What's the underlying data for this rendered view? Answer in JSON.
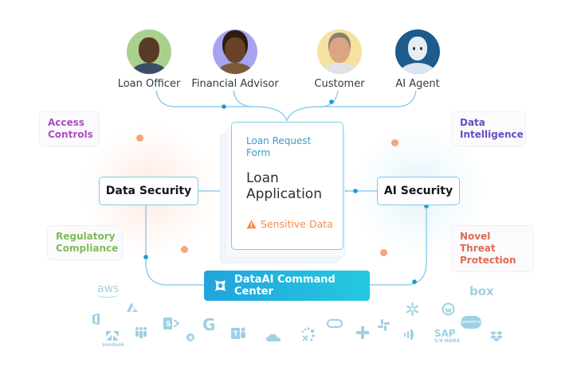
{
  "personas": [
    {
      "label": "Loan Officer",
      "avatar_bg": "#a9d18e",
      "icon": "loan-officer-avatar"
    },
    {
      "label": "Financial Advisor",
      "avatar_bg": "#a7a3f2",
      "icon": "financial-advisor-avatar"
    },
    {
      "label": "Customer",
      "avatar_bg": "#f6e2a0",
      "icon": "customer-avatar"
    },
    {
      "label": "AI Agent",
      "avatar_bg": "#1e5a8c",
      "icon": "ai-agent-avatar"
    }
  ],
  "pillars": {
    "access_controls": {
      "label": "Access Controls",
      "color": "#b04bc4"
    },
    "data_intelligence": {
      "label": "Data Intelligence",
      "color": "#6a4cc4"
    },
    "regulatory_compliance": {
      "label": "Regulatory Compliance",
      "color": "#7ebc5a"
    },
    "novel_threat_protection": {
      "label": "Novel Threat Protection",
      "color": "#e06a55"
    }
  },
  "security": {
    "data_security": "Data Security",
    "ai_security": "AI Security"
  },
  "loan_card": {
    "subtitle": "Loan Request Form",
    "title": "Loan Application",
    "warning": "Sensitive Data",
    "warning_icon": "warning-triangle-icon",
    "warning_color": "#f08c4c"
  },
  "command_center": {
    "label": "DataAI Command Center",
    "icon": "dataai-logo-icon"
  },
  "integrations": {
    "aws": "aws",
    "zendesk": "zendesk",
    "box": "box",
    "sap": "SAP",
    "sap_sub": "S/4 HANA",
    "salesforce": "salesforce",
    "google": "G"
  },
  "colors": {
    "connector": "#8fd0ea",
    "connector_dot": "#1a9ad6",
    "accent_dot": "#f6a57a",
    "logo": "#9fd0e4"
  }
}
